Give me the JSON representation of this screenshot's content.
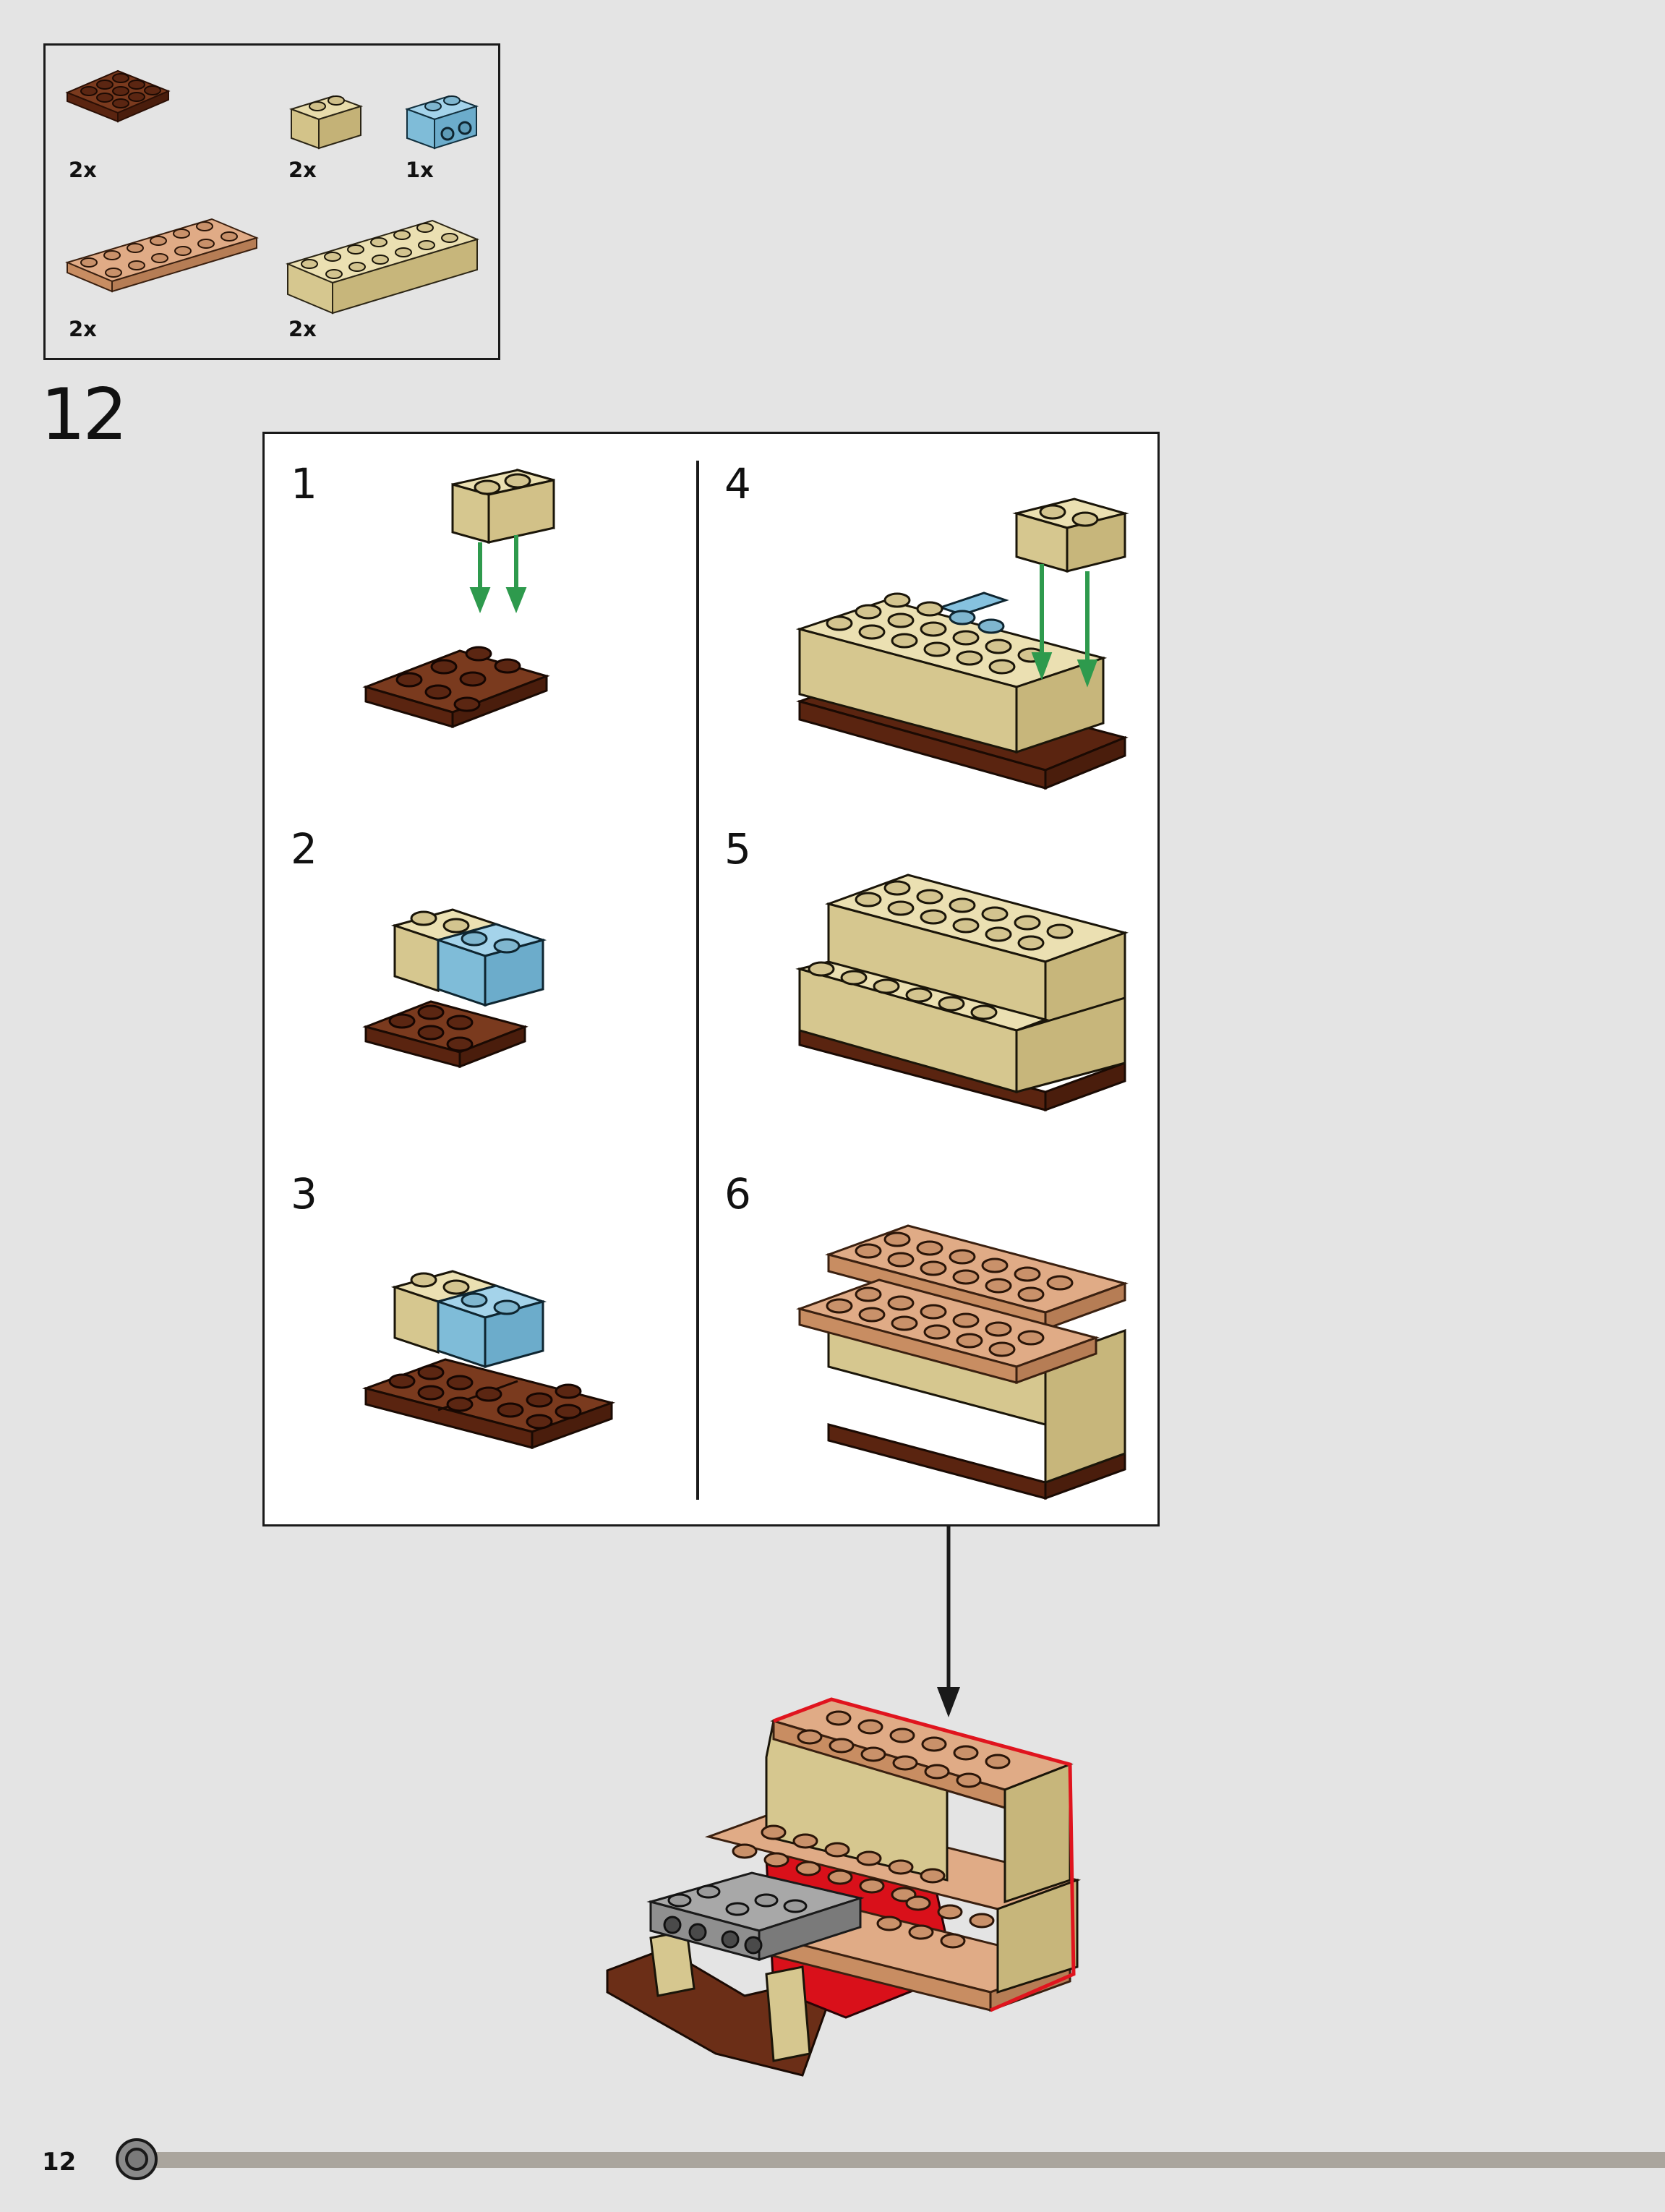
{
  "page": {
    "page_number": "12",
    "step_number": "12",
    "progress": 0.04
  },
  "parts": [
    {
      "name": "2x3 plate",
      "color": "#6b2e17",
      "quantity": "2x"
    },
    {
      "name": "1x2 brick",
      "color": "#d9c894",
      "quantity": "2x"
    },
    {
      "name": "1x2 brick with studs on side",
      "color": "#86c2df",
      "quantity": "1x"
    },
    {
      "name": "2x6 plate",
      "color": "#d7a07a",
      "quantity": "2x"
    },
    {
      "name": "2x6 brick",
      "color": "#d9c894",
      "quantity": "2x"
    }
  ],
  "substeps": [
    {
      "number": "1"
    },
    {
      "number": "2"
    },
    {
      "number": "3"
    },
    {
      "number": "4"
    },
    {
      "number": "5"
    },
    {
      "number": "6"
    }
  ],
  "colors": {
    "reddish_brown": "#6b2e17",
    "tan": "#d9c894",
    "medium_azure": "#86c2df",
    "medium_nougat": "#d7a07a",
    "arrow_green": "#2e9a4d",
    "highlight_red": "#e0141e",
    "background": "#e4e4e4"
  }
}
